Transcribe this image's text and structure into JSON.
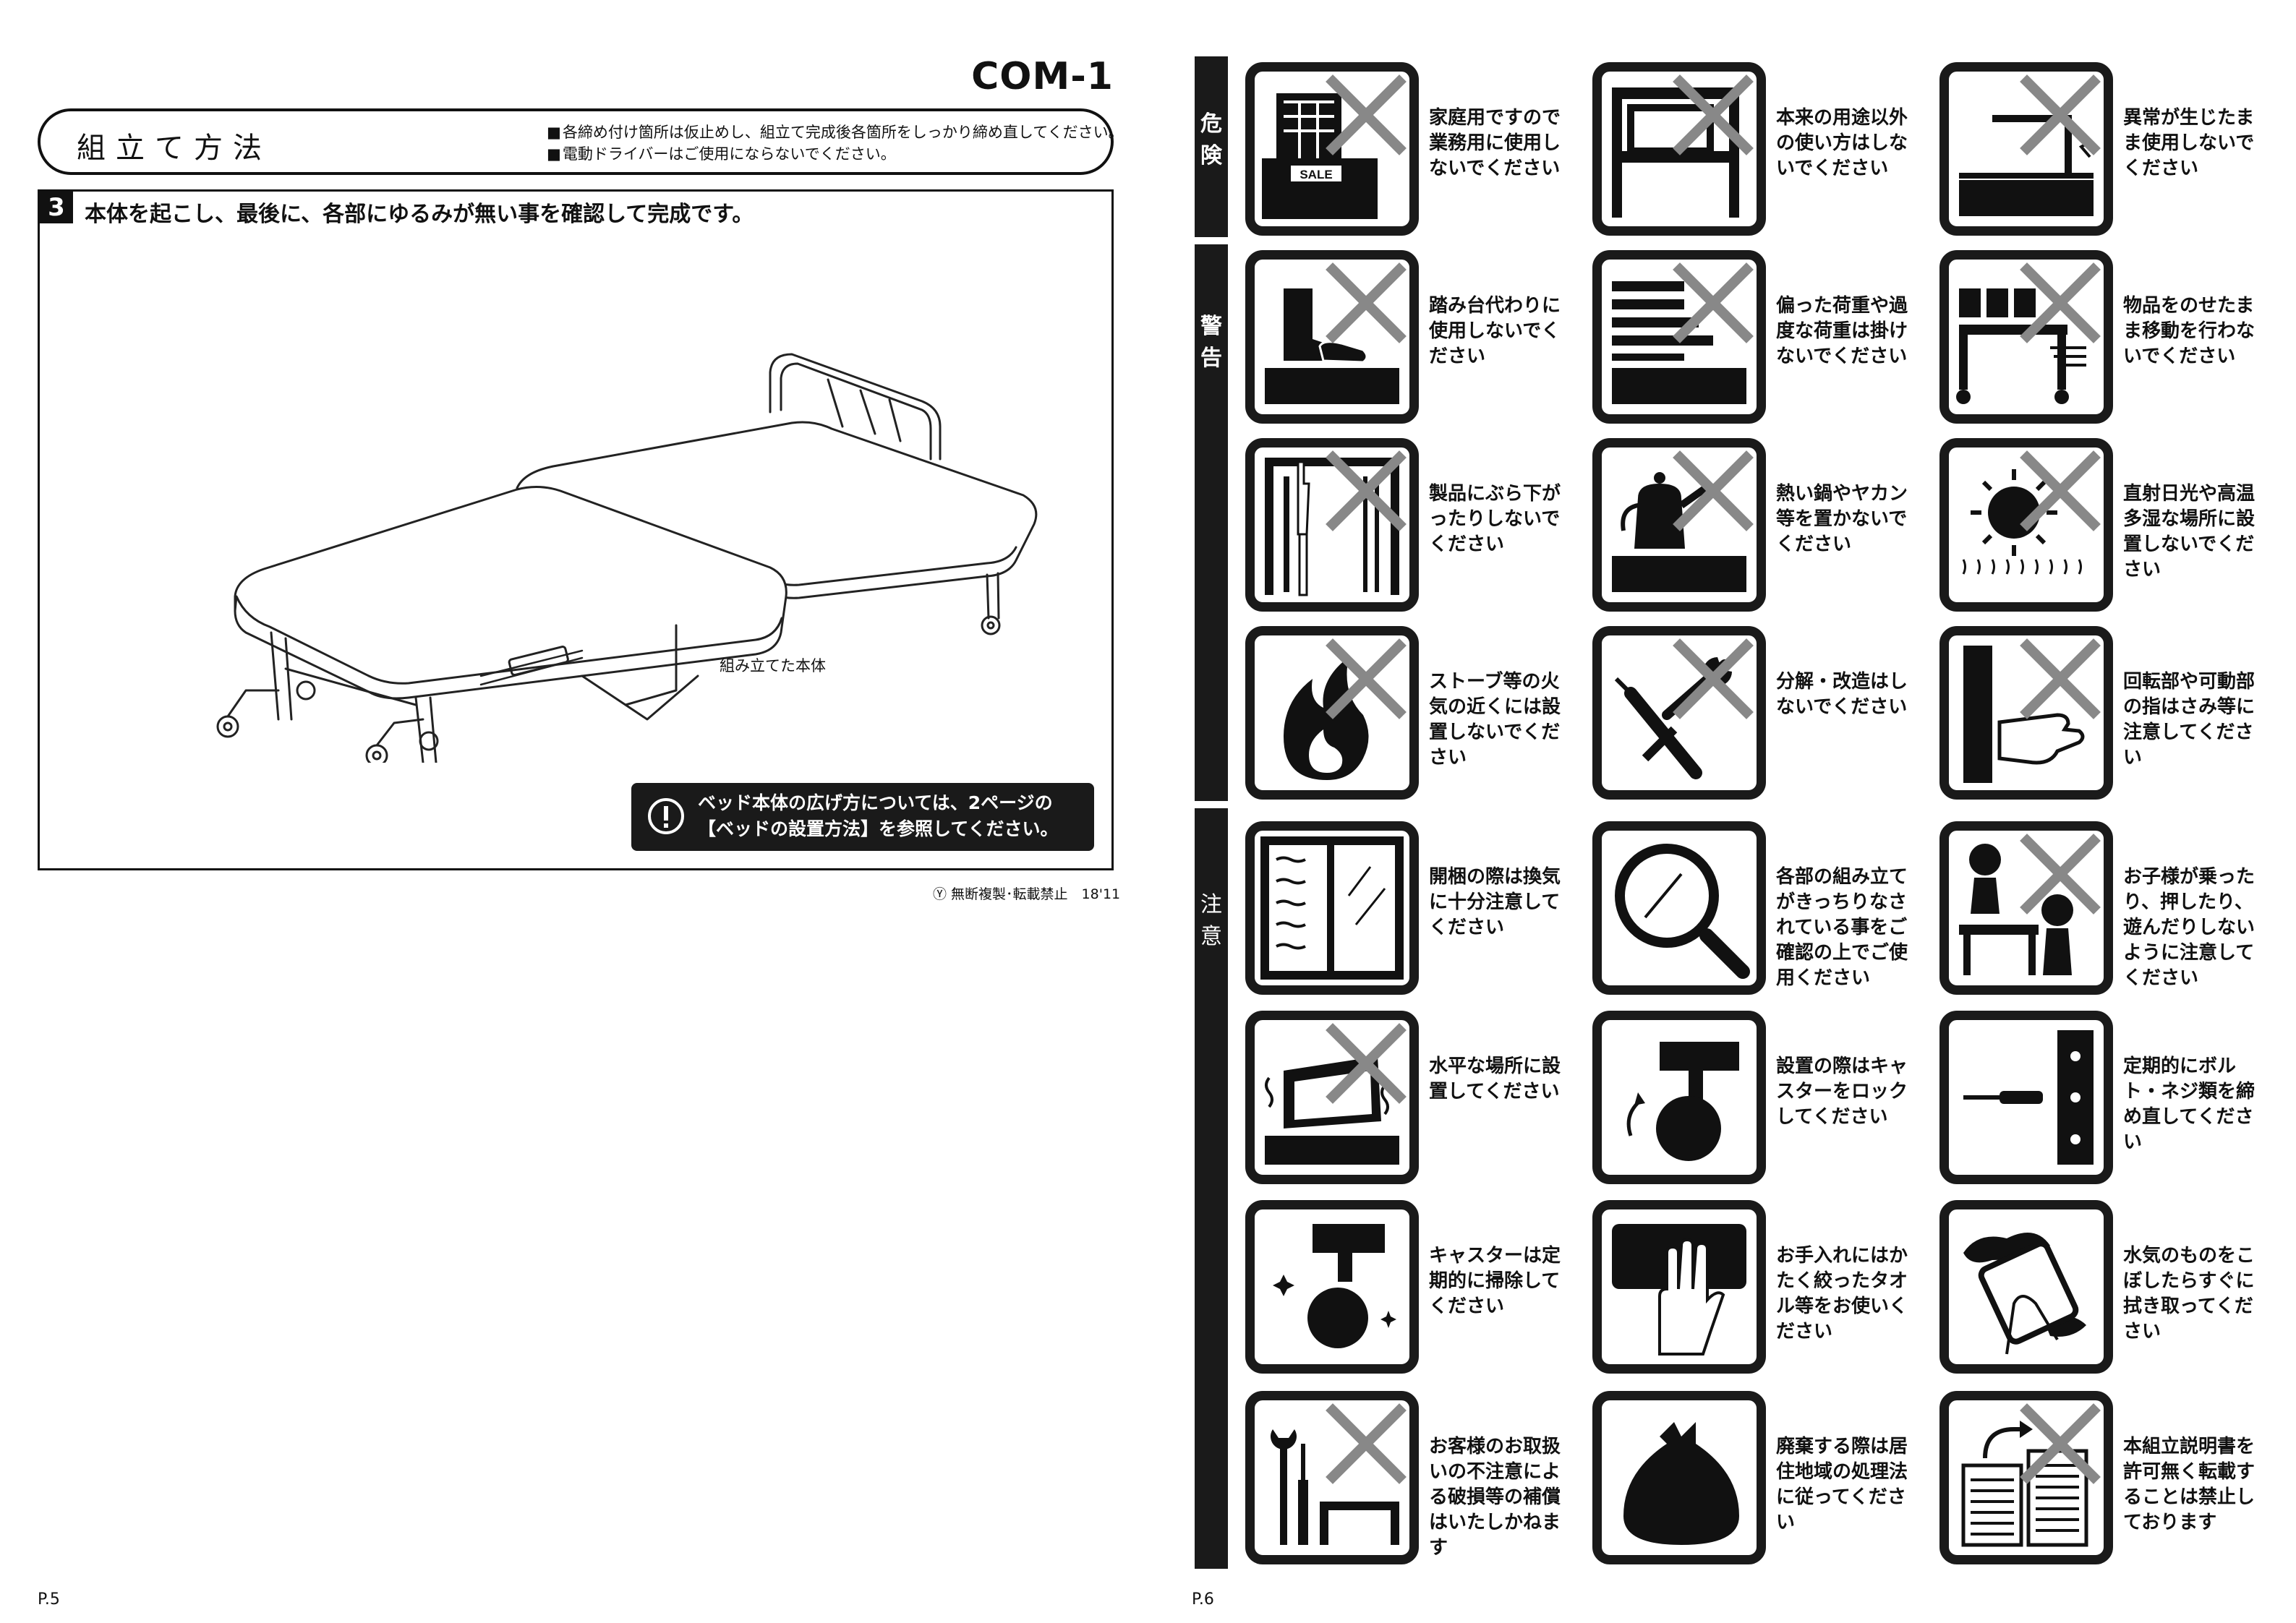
{
  "header": {
    "model_code": "COM-1"
  },
  "method": {
    "title": "組立て方法",
    "notes": [
      "各締め付け箇所は仮止めし、組立て完成後各箇所をしっかり締め直してください。",
      "電動ドライバーはご使用にならないでください。"
    ]
  },
  "step": {
    "number": "3",
    "text": "本体を起こし、最後に、各部にゆるみが無い事を確認して完成です。",
    "caption": "組み立てた本体"
  },
  "notice": {
    "line1": "ベッド本体の広げ方については、2ページの",
    "line2": "【ベッドの設置方法】を参照してください。"
  },
  "footer": {
    "copyright": "Ⓨ 無断複製･転載禁止　18'11",
    "page_left": "P.5",
    "page_right": "P.6"
  },
  "sections": {
    "danger": "危険",
    "warning": "警告",
    "caution": "注意"
  },
  "warnings": [
    {
      "icon": "shop-counter-icon",
      "caption": "家庭用ですので業務用に使用しないでください",
      "sale": "SALE"
    },
    {
      "icon": "frame-misuse-icon",
      "caption": "本来の用途以外の使い方はしないでください"
    },
    {
      "icon": "abnormality-icon",
      "caption": "異常が生じたまま使用しないでください"
    },
    {
      "icon": "boot-step-icon",
      "caption": "踏み台代わりに使用しないでください"
    },
    {
      "icon": "overload-icon",
      "caption": "偏った荷重や過度な荷重は掛けないでください"
    },
    {
      "icon": "cart-moving-icon",
      "caption": "物品をのせたまま移動を行わないでください"
    },
    {
      "icon": "hanging-hand-icon",
      "caption": "製品にぶら下がったりしないでください"
    },
    {
      "icon": "kettle-icon",
      "caption": "熱い鍋やヤカン等を置かないでください"
    },
    {
      "icon": "sun-humidity-icon",
      "caption": "直射日光や高温多湿な場所に設置しないでください"
    },
    {
      "icon": "flame-icon",
      "caption": "ストーブ等の火気の近くには設置しないでください"
    },
    {
      "icon": "tools-icon",
      "caption": "分解・改造はしないでください"
    },
    {
      "icon": "finger-pinch-icon",
      "caption": "回転部や可動部の指はさみ等に注意してください"
    },
    {
      "icon": "window-ventilation-icon",
      "caption": "開梱の際は換気に十分注意してください"
    },
    {
      "icon": "magnifier-icon",
      "caption": "各部の組み立てがきっちりなされている事をご確認の上でご使用ください"
    },
    {
      "icon": "children-icon",
      "caption": "お子様が乗ったり、押したり、遊んだりしないように注意してください"
    },
    {
      "icon": "level-floor-icon",
      "caption": "水平な場所に設置してください"
    },
    {
      "icon": "caster-lock-icon",
      "caption": "設置の際はキャスターをロックしてください"
    },
    {
      "icon": "screwdriver-bolt-icon",
      "caption": "定期的にボルト・ネジ類を締め直してください"
    },
    {
      "icon": "caster-clean-icon",
      "caption": "キャスターは定期的に掃除してください"
    },
    {
      "icon": "hand-towel-icon",
      "caption": "お手入れにはかたく絞ったタオル等をお使いください"
    },
    {
      "icon": "wipe-spill-icon",
      "caption": "水気のものをこぼしたらすぐに拭き取ってください"
    },
    {
      "icon": "customer-damage-icon",
      "caption": "お客様のお取扱いの不注意による破損等の補償はいたしかねます"
    },
    {
      "icon": "garbage-bag-icon",
      "caption": "廃棄する際は居住地域の処理法に従ってください"
    },
    {
      "icon": "copy-prohibited-icon",
      "caption": "本組立説明書を許可無く転載することは禁止しております"
    }
  ]
}
